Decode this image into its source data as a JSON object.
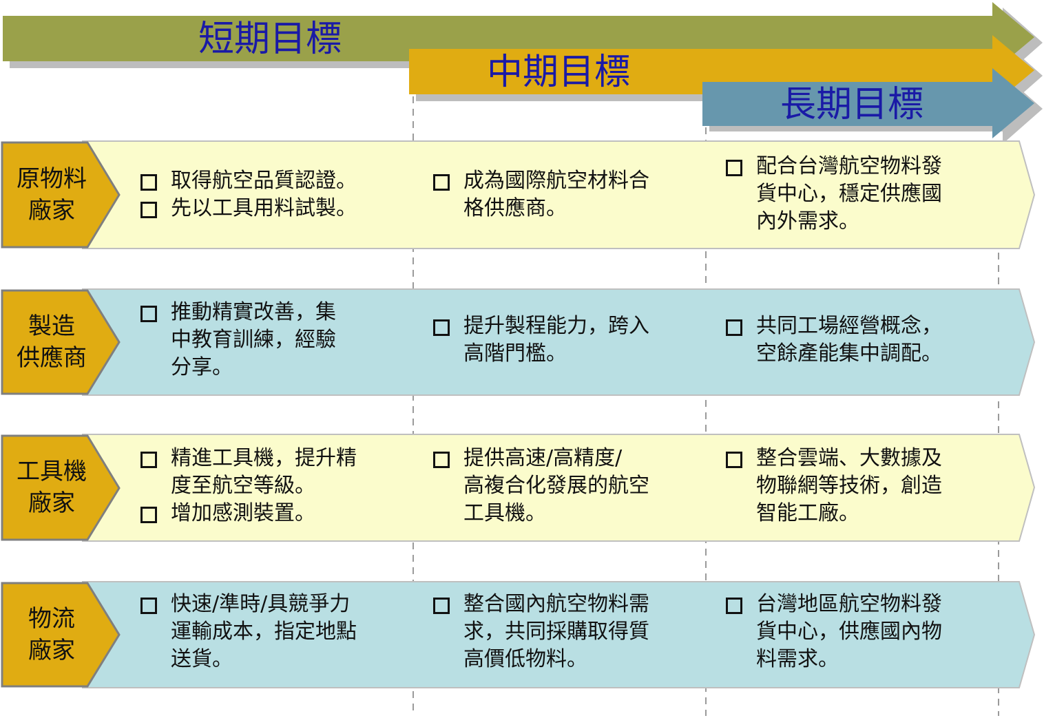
{
  "timeline": [
    {
      "label": "短期目標",
      "color": "#9aa14a"
    },
    {
      "label": "中期目標",
      "color": "#e0ac12"
    },
    {
      "label": "長期目標",
      "color": "#6797ad"
    }
  ],
  "categories": [
    {
      "label": "原物料\n廠家",
      "band_color": "#fbfccc",
      "cells": [
        [
          "取得航空品質認證。",
          "先以工具用料試製。"
        ],
        [
          "成為國際航空材料合\n格供應商。"
        ],
        [
          "配合台灣航空物料發\n貨中心，穩定供應國\n內外需求。"
        ]
      ]
    },
    {
      "label": "製造\n供應商",
      "band_color": "#b9dfe3",
      "cells": [
        [
          "推動精實改善，集\n中教育訓練，經驗\n分享。"
        ],
        [
          "提升製程能力，跨入\n高階門檻。"
        ],
        [
          "共同工場經營概念，\n空餘產能集中調配。"
        ]
      ]
    },
    {
      "label": "工具機\n廠家",
      "band_color": "#fbfccc",
      "cells": [
        [
          "精進工具機，提升精\n度至航空等級。",
          "增加感測裝置。"
        ],
        [
          "提供高速/高精度/\n高複合化發展的航空\n工具機。"
        ],
        [
          "整合雲端、大數據及\n物聯網等技術，創造\n智能工廠。"
        ]
      ]
    },
    {
      "label": "物流\n廠家",
      "band_color": "#b9dfe3",
      "cells": [
        [
          "快速/準時/具競爭力\n運輸成本，指定地點\n送貨。"
        ],
        [
          "整合國內航空物料需\n求，共同採購取得質\n高價低物料。"
        ],
        [
          "台灣地區航空物料發\n貨中心，供應國內物\n料需求。"
        ]
      ]
    }
  ],
  "colors": {
    "category_tab": "#e0ac12",
    "goal_text": "#1a1aa6"
  }
}
